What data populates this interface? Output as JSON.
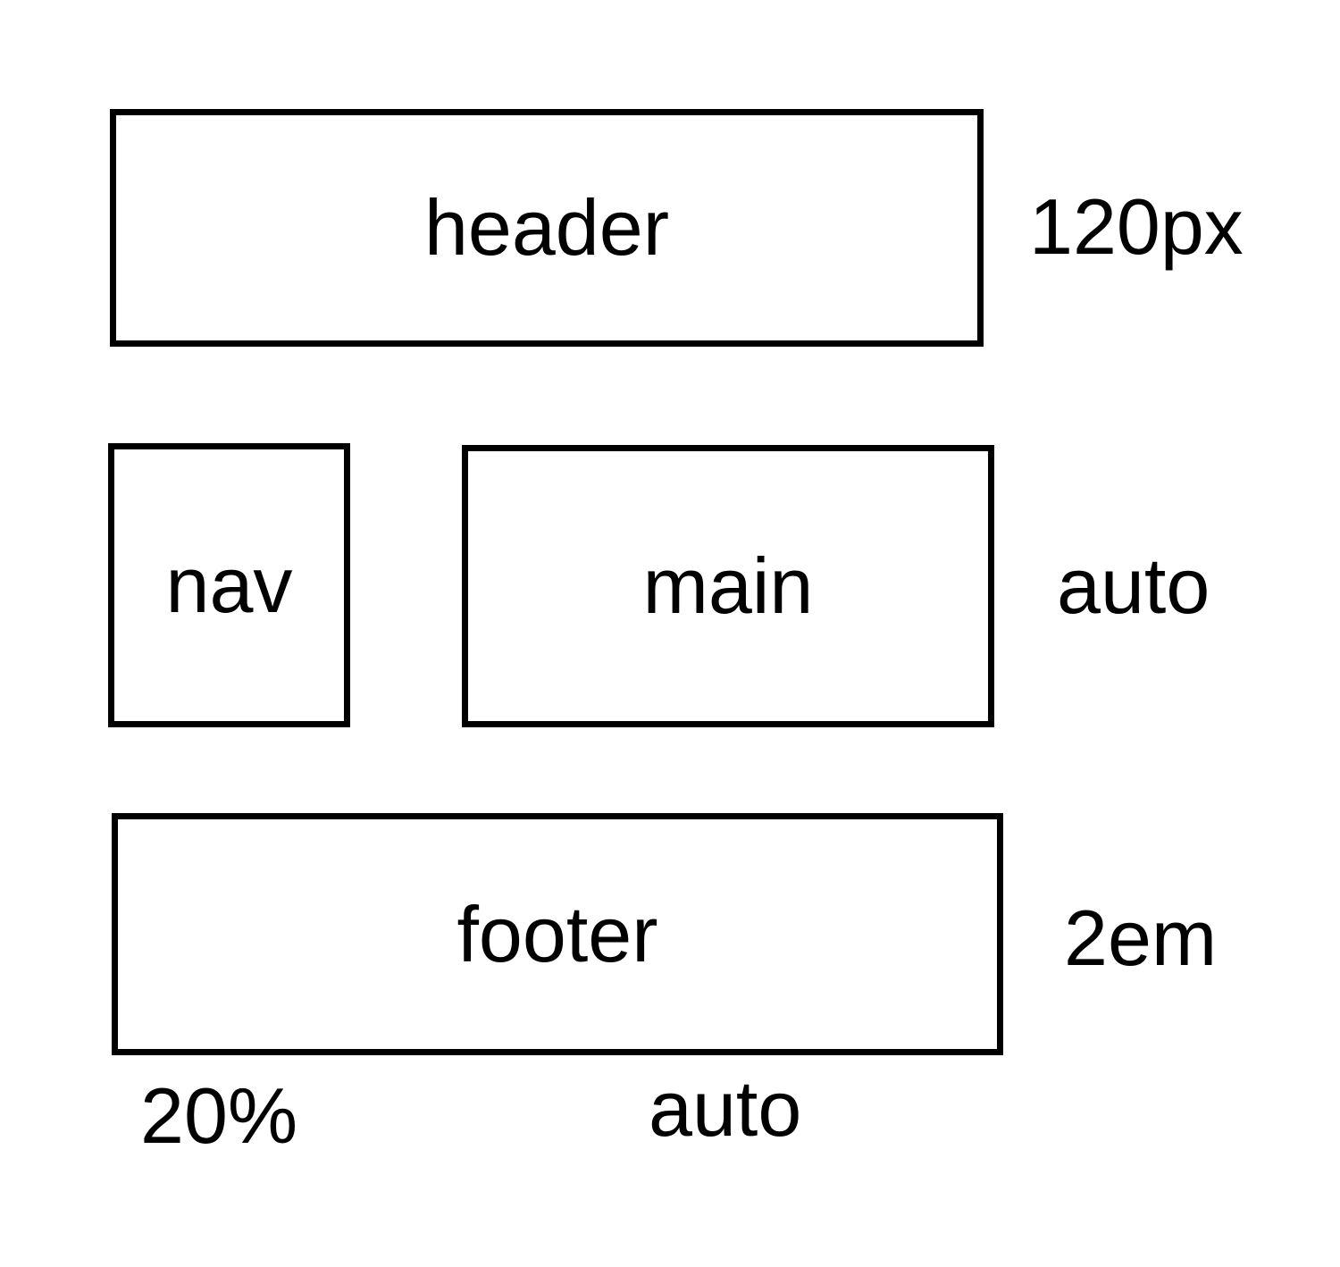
{
  "areas": {
    "header": "header",
    "nav": "nav",
    "main": "main",
    "footer": "footer"
  },
  "row_sizes": {
    "header": "120px",
    "middle": "auto",
    "footer": "2em"
  },
  "column_sizes": {
    "left": "20%",
    "right": "auto"
  }
}
